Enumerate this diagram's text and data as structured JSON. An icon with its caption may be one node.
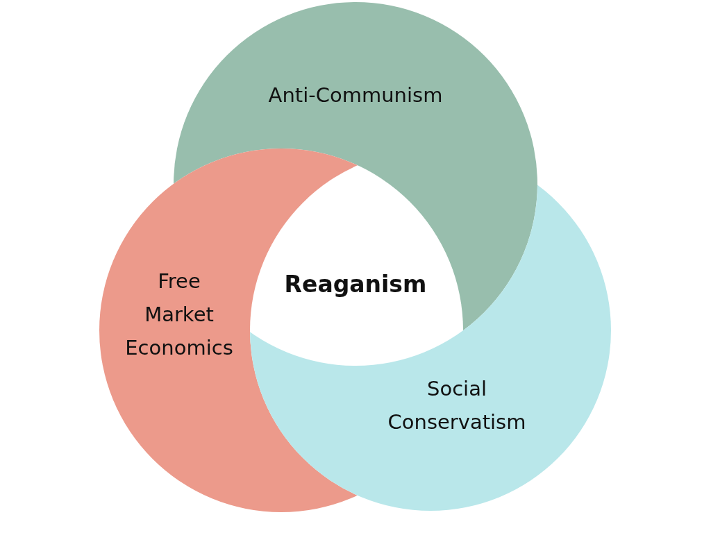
{
  "diagram": {
    "nodes": [
      {
        "text": [
          "Anti-Communism"
        ]
      },
      {
        "text": [
          "Free Market Economics"
        ]
      },
      {
        "text": [
          "Reaganism"
        ]
      },
      {
        "text": [
          "Social Conservatism"
        ]
      }
    ]
  }
}
